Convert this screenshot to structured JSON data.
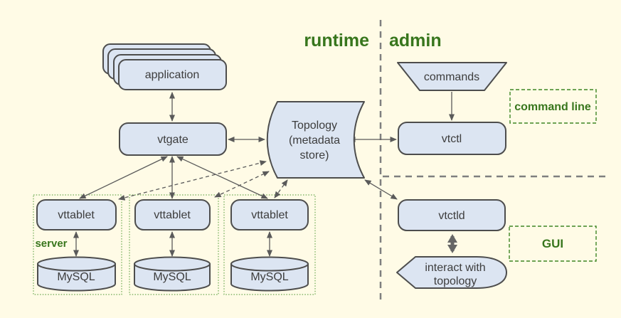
{
  "title_labels": {
    "runtime": "runtime",
    "admin": "admin"
  },
  "nodes": {
    "application": "application",
    "vtgate": "vtgate",
    "topology_lines": [
      "Topology",
      "(metadata",
      "store)"
    ],
    "commands": "commands",
    "vtctl": "vtctl",
    "vtctld": "vtctld",
    "interact_lines": [
      "interact with",
      "topology"
    ],
    "vttablets": [
      "vttablet",
      "vttablet",
      "vttablet"
    ],
    "mysqls": [
      "MySQL",
      "MySQL",
      "MySQL"
    ]
  },
  "annotations": {
    "command_line": "command line",
    "gui": "GUI",
    "server": "server"
  },
  "colors": {
    "background": "#FFFBE6",
    "node_fill": "#DCE5F2",
    "node_stroke": "#4D4D4D",
    "accent_green": "#38761D",
    "dotted_green": "#6AA84F",
    "arrow_gray": "#5A5A5A",
    "divider_gray": "#7F7F7F"
  }
}
